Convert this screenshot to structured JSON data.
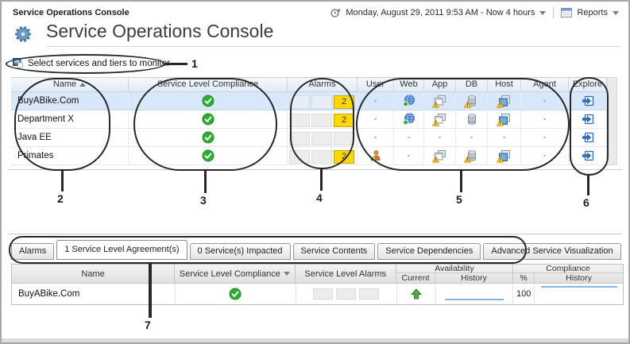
{
  "header": {
    "breadcrumb": "Service Operations Console",
    "title": "Service Operations Console",
    "time_range": "Monday, August 29, 2011 9:53 AM - Now 4 hours",
    "reports_label": "Reports",
    "icons": {
      "gear": "gear-icon",
      "time": "time-range-icon",
      "reports": "reports-icon",
      "dropdown": "chevron-down-icon"
    }
  },
  "toolbar": {
    "select_label": "Select services and tiers to monitor",
    "icon": "select-services-icon"
  },
  "services_table": {
    "columns": {
      "name": "Name",
      "slc": "Service Level Compliance",
      "alarms": "Alarms",
      "user": "User",
      "web": "Web",
      "app": "App",
      "db": "DB",
      "host": "Host",
      "agent": "Agent",
      "explore": "Explore"
    },
    "sort": {
      "column": "Name",
      "direction": "ascending"
    },
    "rows": [
      {
        "name": "BuyABike.Com",
        "selected": true,
        "compliance_icon": "green-check",
        "alarms": {
          "count": "2",
          "color": "#FFD800"
        },
        "user": "-",
        "web_icon": "web-globe-online",
        "app_icon": "app-server-warning",
        "db_icon": "database-warning",
        "host_icon": "host-warning",
        "agent": "-",
        "explore_icon": "drill-down-arrow"
      },
      {
        "name": "Department X",
        "selected": false,
        "compliance_icon": "green-check",
        "alarms": {
          "count": "2",
          "color": "#FFD800"
        },
        "user": "-",
        "web_icon": "web-globe-online",
        "app_icon": "app-server-warning",
        "db_icon": "database",
        "host_icon": "host-warning",
        "agent": "-",
        "explore_icon": "drill-down-arrow"
      },
      {
        "name": "Java EE",
        "selected": false,
        "compliance_icon": "green-check",
        "alarms": {
          "count": ""
        },
        "user": "-",
        "web": "-",
        "app": "-",
        "db": "-",
        "host": "-",
        "agent": "-",
        "explore_icon": "drill-down-arrow"
      },
      {
        "name": "Primates",
        "selected": false,
        "compliance_icon": "green-check",
        "alarms": {
          "count": "2",
          "color": "#FFD800"
        },
        "user_icon": "end-user-online",
        "web": "-",
        "app_icon": "app-server-warning",
        "db_icon": "database-warning",
        "host_icon": "host-warning",
        "agent": "-",
        "explore_icon": "drill-down-arrow"
      }
    ]
  },
  "tabs": [
    {
      "label": "Alarms",
      "active": false
    },
    {
      "label": "1 Service Level Agreement(s)",
      "active": true
    },
    {
      "label": "0 Service(s) Impacted",
      "active": false
    },
    {
      "label": "Service Contents",
      "active": false
    },
    {
      "label": "Service Dependencies",
      "active": false
    },
    {
      "label": "Advanced Service Visualization",
      "active": false
    }
  ],
  "sla_table": {
    "columns": {
      "name": "Name",
      "slc": "Service Level Compliance",
      "sla": "Service Level Alarms",
      "availability_group": "Availability",
      "current": "Current",
      "availability_history": "History",
      "percent": "%",
      "compliance_group": "Compliance",
      "compliance_history": "History"
    },
    "row": {
      "name": "BuyABike.Com",
      "compliance_icon": "green-check",
      "current_icon": "green-up-arrow",
      "availability_history_icon": "blue-sparkline",
      "percent": "100",
      "compliance_history_icon": "blue-sparkline"
    }
  },
  "callouts": {
    "labels": [
      "1",
      "2",
      "3",
      "4",
      "5",
      "6",
      "7"
    ]
  },
  "colors": {
    "selected_row": "#D8E7F9",
    "alarm_yellow": "#FFD800",
    "compliance_green": "#2FAD33",
    "sparkline_blue": "#85B7E4",
    "callout_stroke": "#282828",
    "table_header_blue": "#E1EBF5"
  }
}
